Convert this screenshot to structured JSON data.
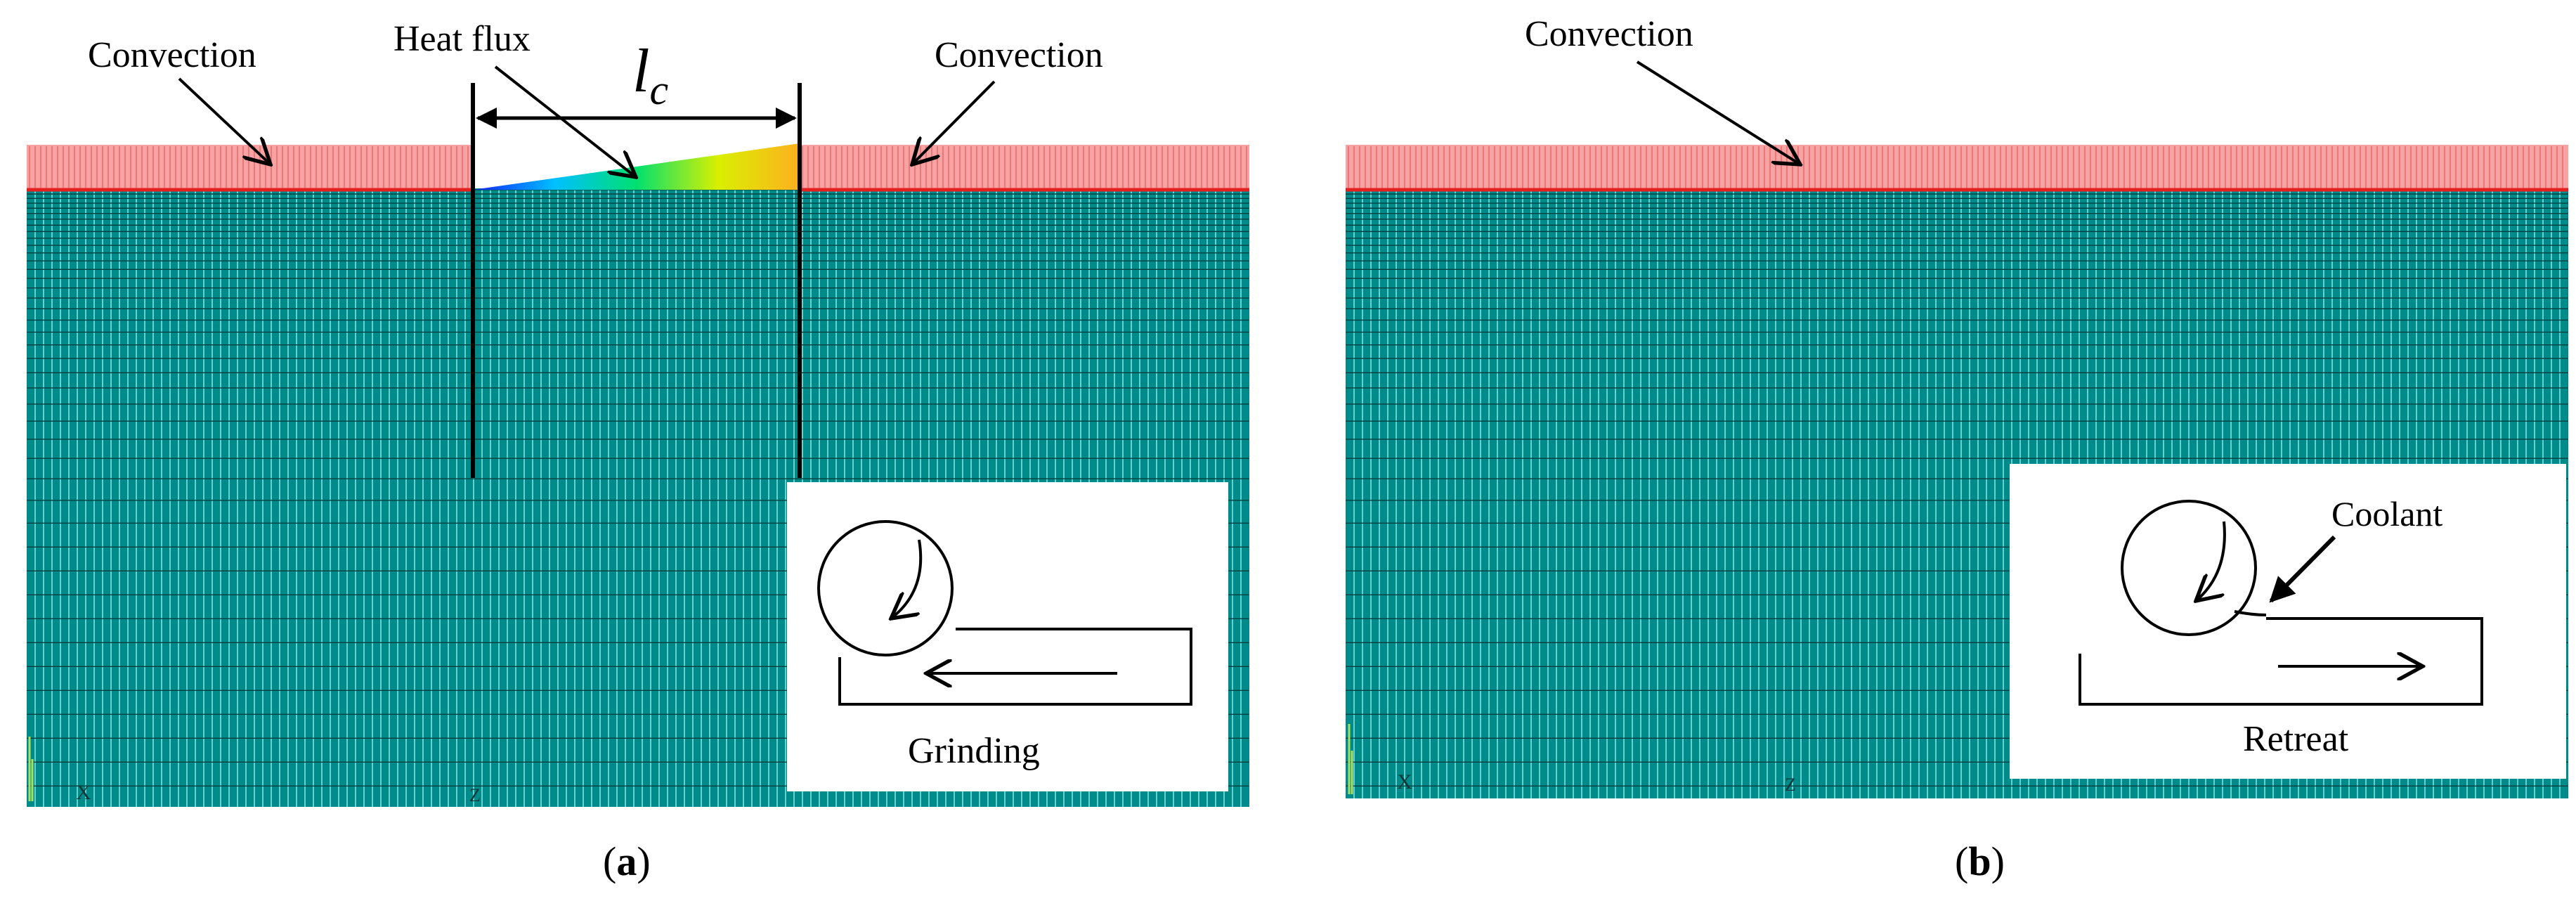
{
  "colors": {
    "mesh_fill": "#008b8b",
    "mesh_line": "#7fe3e3",
    "convection_band": "#f7a3a3",
    "convection_edge": "#e52020",
    "inset_background": "#ffffff",
    "stroke": "#000000"
  },
  "panels": [
    {
      "id": "a",
      "caption": "(a)",
      "caption_letter": "a",
      "labels": {
        "convection_left": "Convection",
        "heat_flux": "Heat flux",
        "contact_length": "l",
        "contact_length_sub": "c",
        "convection_right": "Convection"
      },
      "axis_marks": {
        "x": "X",
        "z": "Z"
      },
      "inset": {
        "label": "Grinding",
        "arrow_direction": "left"
      }
    },
    {
      "id": "b",
      "caption": "(b)",
      "caption_letter": "b",
      "labels": {
        "convection": "Convection"
      },
      "axis_marks": {
        "x": "X",
        "z": "Z"
      },
      "inset": {
        "label": "Retreat",
        "coolant": "Coolant",
        "arrow_direction": "right"
      }
    }
  ]
}
